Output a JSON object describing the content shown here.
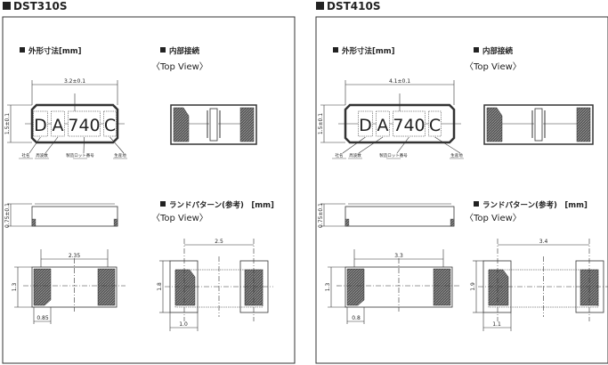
{
  "panels": [
    {
      "title": "DST310S",
      "outline_heading": "外形寸法[mm]",
      "connection_heading": "内部接続",
      "top_view": "〈Top View〉",
      "land_heading": "ランドパターン(参考)　[mm]",
      "land_top_view": "〈Top View〉",
      "dim_length": "3.2±0.1",
      "dim_width": "1.5±0.1",
      "dim_height": "0.75±0.1",
      "dim_pad_pitch": "2.35",
      "dim_body_width": "1.3",
      "dim_pad_width": "0.85",
      "dim_land_pitch": "2.5",
      "dim_land_height": "1.8",
      "dim_land_width": "1.0",
      "marking": [
        "D",
        "A",
        "740",
        "C"
      ],
      "marking_labels": [
        "社名",
        "周波数",
        "製造ロット番号",
        "生産地"
      ]
    },
    {
      "title": "DST410S",
      "outline_heading": "外形寸法[mm]",
      "connection_heading": "内部接続",
      "top_view": "〈Top View〉",
      "land_heading": "ランドパターン(参考)　[mm]",
      "land_top_view": "〈Top View〉",
      "dim_length": "4.1±0.1",
      "dim_width": "1.5±0.1",
      "dim_height": "0.75±0.1",
      "dim_pad_pitch": "3.3",
      "dim_body_width": "1.3",
      "dim_pad_width": "0.8",
      "dim_land_pitch": "3.4",
      "dim_land_height": "1.9",
      "dim_land_width": "1.1",
      "marking": [
        "D",
        "A",
        "740",
        "C"
      ],
      "marking_labels": [
        "社名",
        "周波数",
        "製造ロット番号",
        "生産地"
      ]
    }
  ]
}
